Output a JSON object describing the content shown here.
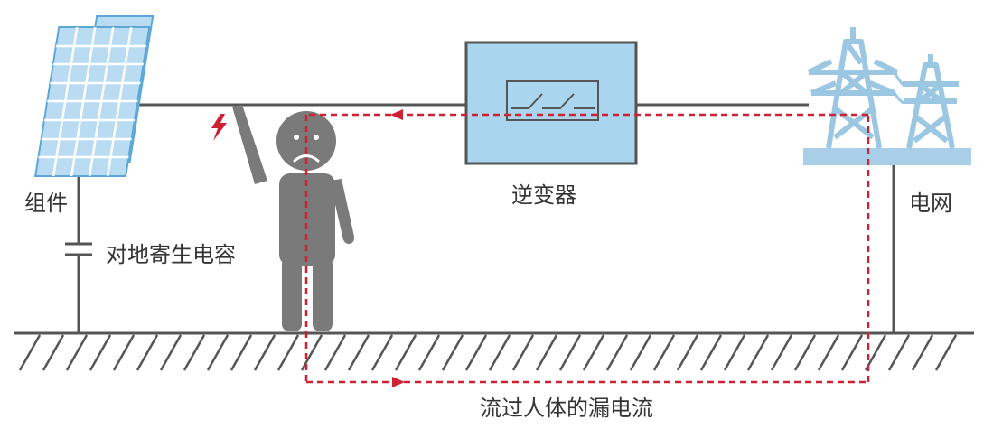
{
  "labels": {
    "module": "组件",
    "capacitor": "对地寄生电容",
    "inverter": "逆变器",
    "grid": "电网",
    "leakage_path": "流过人体的漏电流"
  },
  "colors": {
    "wire": "#555555",
    "panel_fill": "#b9dcf2",
    "panel_stroke": "#5aa7d8",
    "inverter_fill": "#a9d6ee",
    "inverter_stroke": "#555555",
    "tower": "#a9cfe8",
    "person": "#7a7a7a",
    "leakage": "#cc2233",
    "ground": "#555555"
  }
}
